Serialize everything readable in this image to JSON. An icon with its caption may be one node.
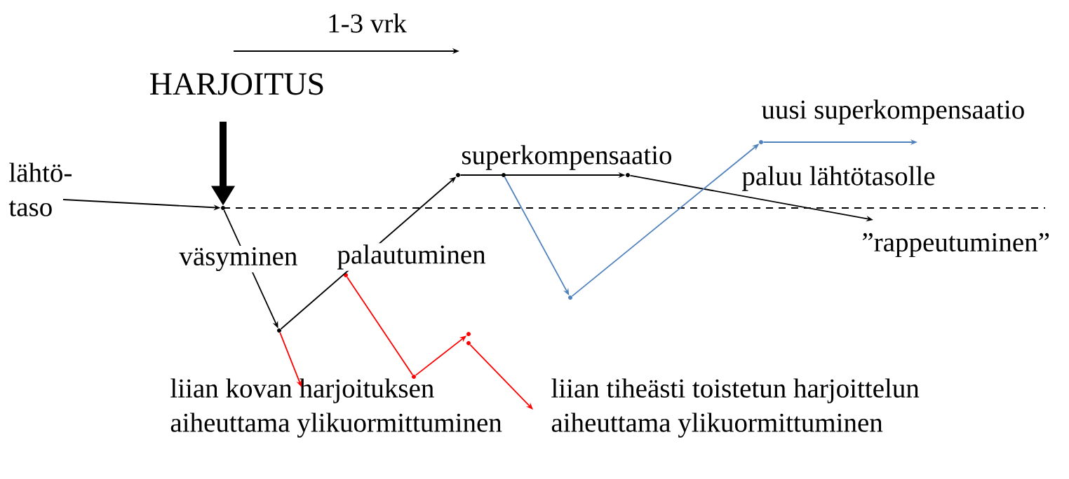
{
  "diagram": {
    "nodes": [
      {
        "text": [
          "HARJOITUS"
        ]
      },
      {
        "text": [
          "lähtö- taso"
        ]
      },
      {
        "text": [],
        "shape": "point"
      },
      {
        "text": [],
        "shape": "point"
      },
      {
        "text": [],
        "shape": "point"
      },
      {
        "text": [],
        "shape": "point"
      },
      {
        "text": [],
        "shape": "point"
      },
      {
        "text": [],
        "shape": "point"
      },
      {
        "text": [],
        "shape": "point"
      },
      {
        "text": [],
        "shape": "point"
      },
      {
        "text": [],
        "shape": "point"
      },
      {
        "text": [],
        "shape": "point"
      },
      {
        "text": [],
        "shape": "point"
      },
      {
        "text": [
          "”rappeutuminen”"
        ]
      },
      {
        "text": [
          "liian kovan harjoituksen aiheuttama ylikuormittuminen"
        ]
      },
      {
        "text": [
          "liian tiheästi toistetun harjoittelun aiheuttama ylikuormittuminen"
        ]
      },
      {
        "text": [
          "uusi superkompensaatio"
        ]
      }
    ],
    "edges": [
      {
        "from": 0,
        "to": 2,
        "arrow": "to",
        "style": "thick"
      },
      {
        "from": 1,
        "to": 2,
        "arrow": "to"
      },
      {
        "from": 2,
        "to": 3,
        "arrow": "to"
      },
      {
        "from": 3,
        "to": 4,
        "arrow": "to"
      },
      {
        "from": 4,
        "to": 6,
        "arrow": "to"
      },
      {
        "from": 6,
        "to": 13,
        "arrow": "to"
      },
      {
        "from": 5,
        "to": 8,
        "arrow": "to",
        "color": "#4f81bd"
      },
      {
        "from": 8,
        "to": 7,
        "arrow": "to",
        "color": "#4f81bd"
      },
      {
        "from": 7,
        "to": 16,
        "arrow": "to",
        "color": "#4f81bd"
      },
      {
        "from": 3,
        "to": 14,
        "arrow": "to",
        "color": "#ff0000"
      },
      {
        "from": 9,
        "to": 10,
        "arrow": "none",
        "color": "#ff0000"
      },
      {
        "from": 10,
        "to": 11,
        "arrow": "to",
        "color": "#ff0000"
      },
      {
        "from": 12,
        "to": 15,
        "arrow": "to",
        "color": "#ff0000"
      }
    ],
    "labels": [
      "1-3 vrk",
      "superkompensaatio",
      "paluu lähtötasolle",
      "väsyminen",
      "palautuminen"
    ]
  }
}
